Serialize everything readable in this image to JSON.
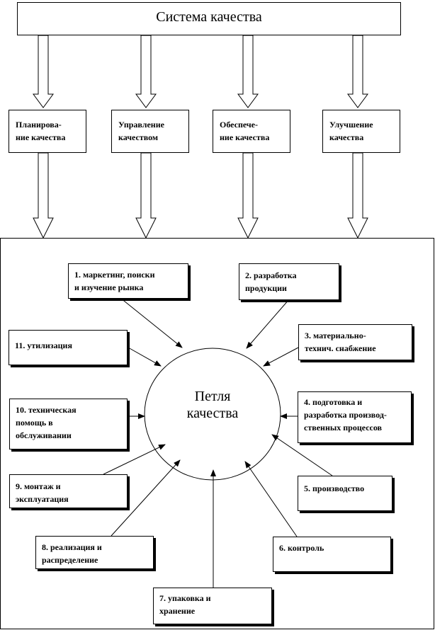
{
  "system": {
    "title": "Система качества"
  },
  "components": [
    {
      "label": "Планирова-\nние качества"
    },
    {
      "label": "Управление\nкачеством"
    },
    {
      "label": "Обеспече-\nние качества"
    },
    {
      "label": "Улучшение\nкачества"
    }
  ],
  "loop": {
    "title": "Петля\nкачества"
  },
  "stages": [
    {
      "label": "1. маркетинг, поиски\nи изучение рынка"
    },
    {
      "label": "2. разработка\nпродукции"
    },
    {
      "label": "3. материально-\nтехнич. снабжение"
    },
    {
      "label": "4. подготовка и\nразработка производ-\nственных процессов"
    },
    {
      "label": "5. производство"
    },
    {
      "label": "6. контроль"
    },
    {
      "label": "7. упаковка и\nхранение"
    },
    {
      "label": "8. реализация и\nраспределение"
    },
    {
      "label": "9. монтаж и\nэксплуатация"
    },
    {
      "label": "10. техническая\nпомощь в\nобслуживании"
    },
    {
      "label": "11. утилизация"
    }
  ]
}
